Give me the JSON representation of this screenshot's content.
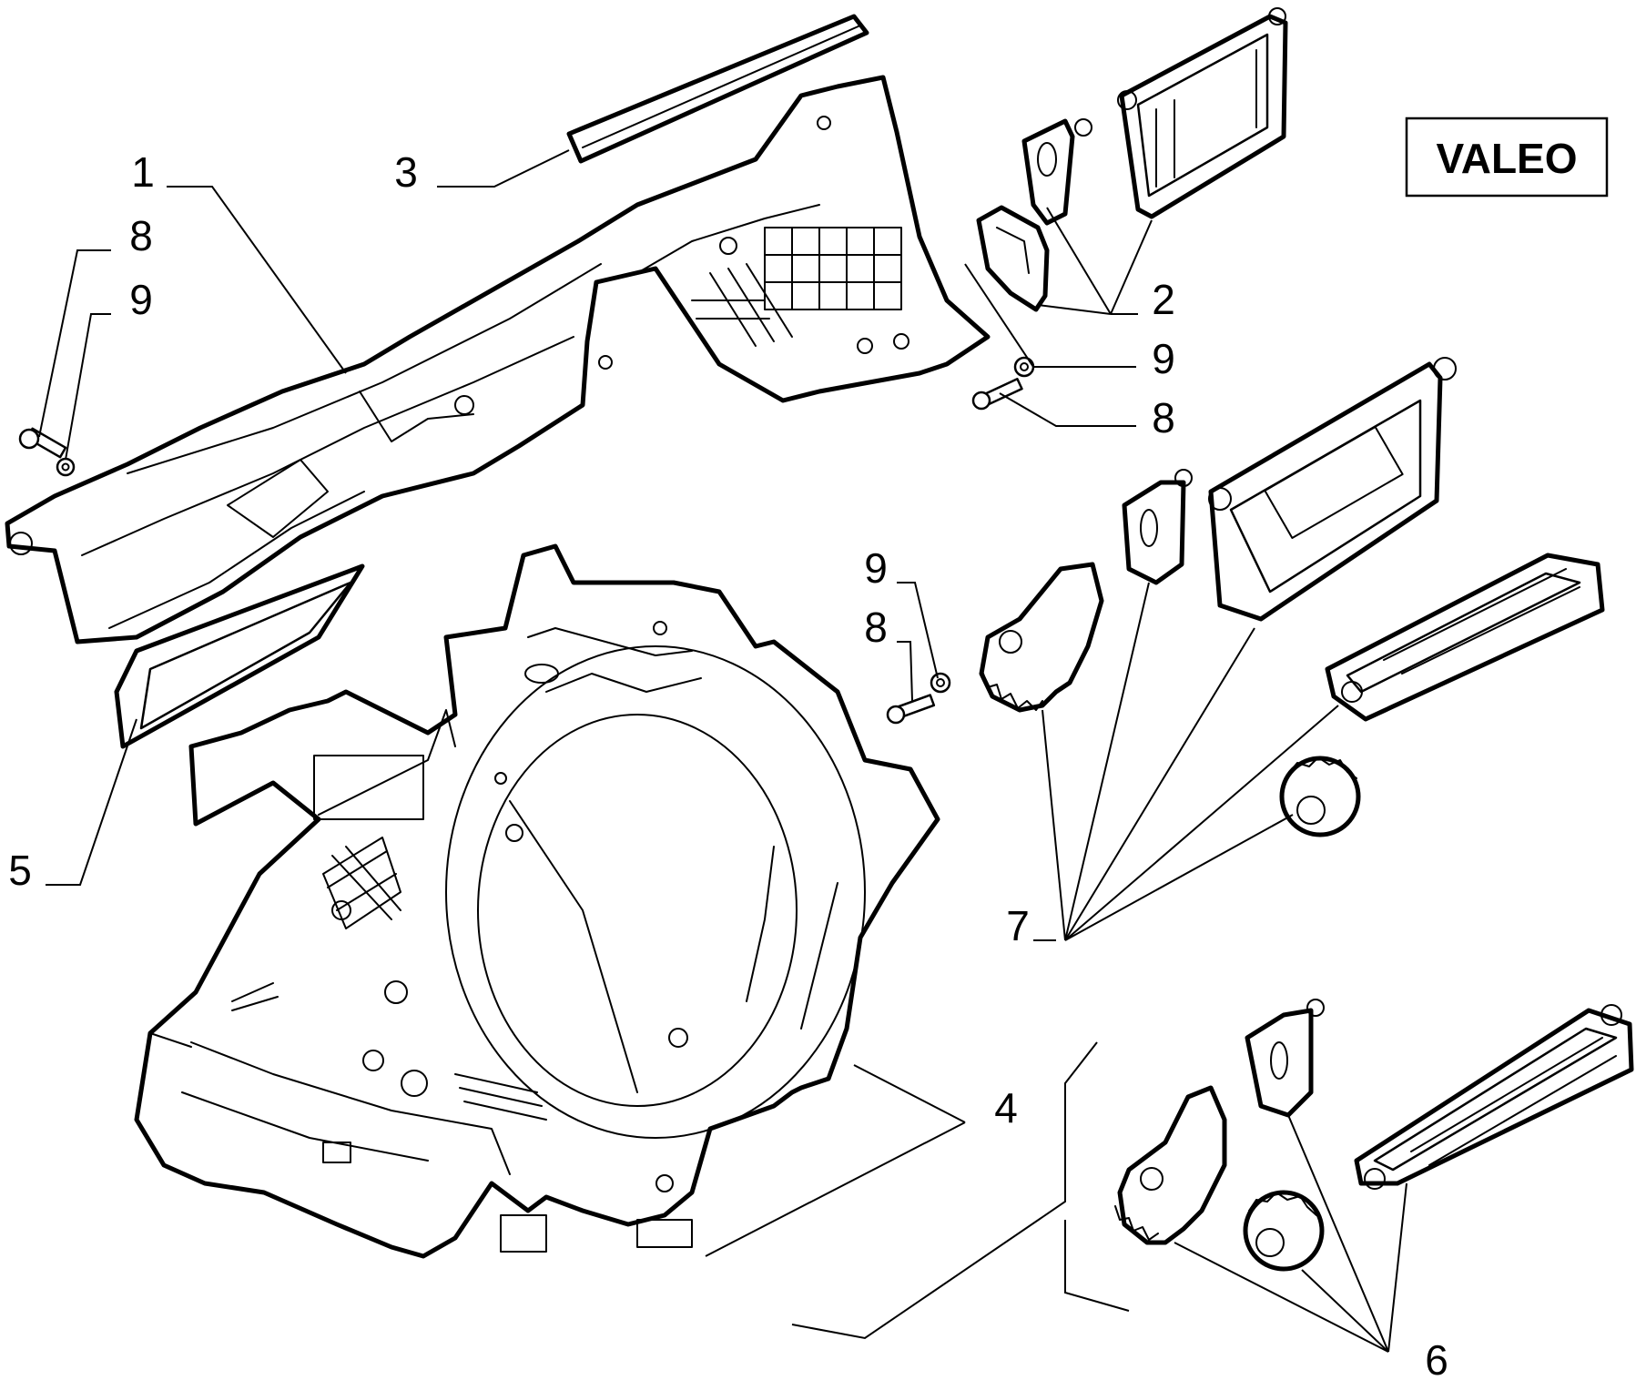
{
  "brand_label": "VALEO",
  "callouts": [
    {
      "id": "c1",
      "text": "1"
    },
    {
      "id": "c2",
      "text": "2"
    },
    {
      "id": "c3",
      "text": "3"
    },
    {
      "id": "c4",
      "text": "4"
    },
    {
      "id": "c5",
      "text": "5"
    },
    {
      "id": "c6",
      "text": "6"
    },
    {
      "id": "c7",
      "text": "7"
    },
    {
      "id": "c8a",
      "text": "8"
    },
    {
      "id": "c9a",
      "text": "9"
    },
    {
      "id": "c9b",
      "text": "9"
    },
    {
      "id": "c8b",
      "text": "8"
    },
    {
      "id": "c9c",
      "text": "9"
    },
    {
      "id": "c8c",
      "text": "8"
    }
  ]
}
